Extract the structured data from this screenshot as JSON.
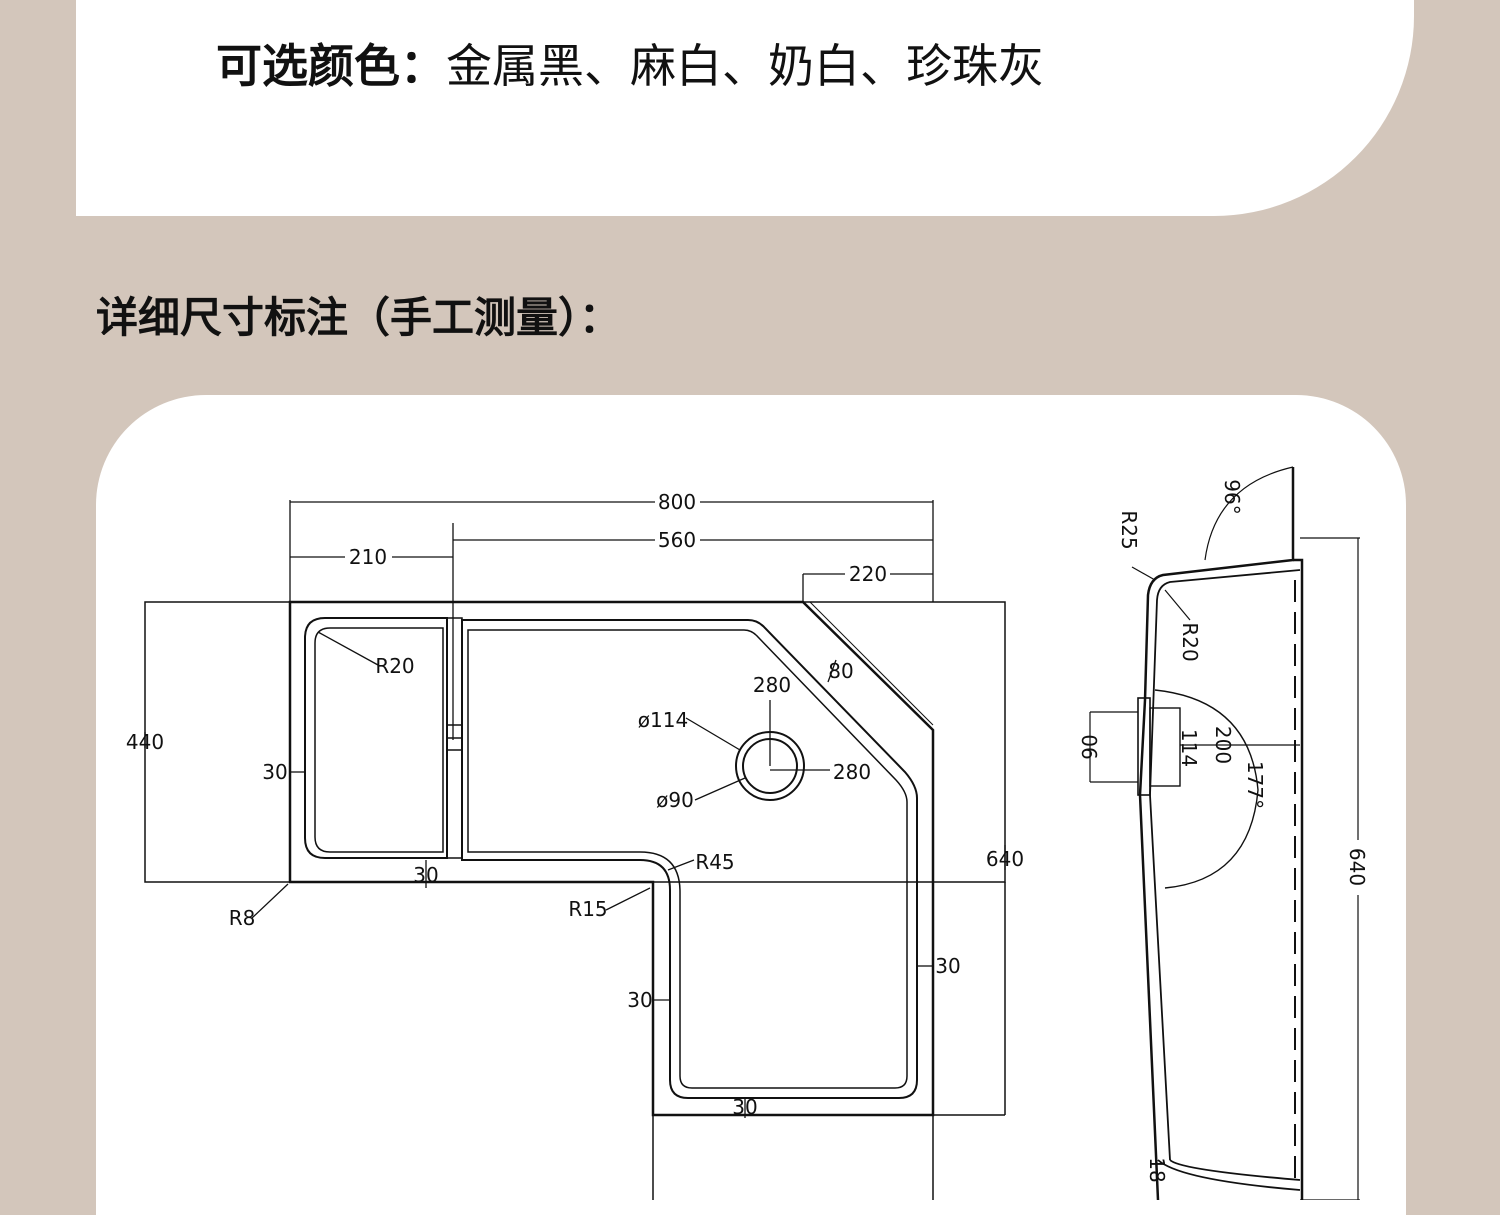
{
  "header": {
    "colors_label": "可选颜色：",
    "colors_value": "金属黑、麻白、奶白、珍珠灰"
  },
  "section": {
    "title": "详细尺寸标注（手工测量）："
  },
  "dims": {
    "width_800": "800",
    "width_560": "560",
    "width_210": "210",
    "width_220": "220",
    "height_440": "440",
    "height_640": "640",
    "radius_r20": "R20",
    "radius_r8": "R8",
    "radius_r45": "R45",
    "radius_r15": "R15",
    "chamfer_80": "80",
    "offset_280_v": "280",
    "offset_280_h": "280",
    "drain_114": "ø114",
    "drain_90": "ø90",
    "rim_30_left": "30",
    "rim_30_bottom_left": "30",
    "rim_30_right": "30",
    "rim_30_lower": "30",
    "rim_30_bottom": "30"
  },
  "side": {
    "angle_96": "96°",
    "radius_r25": "R25",
    "radius_r20": "R20",
    "dim_90": "90",
    "dim_114": "114",
    "dim_200": "200",
    "angle_177": "177°",
    "height_640": "640",
    "dim_18": "18"
  },
  "colors": {
    "background": "#d3c6bb",
    "card": "#ffffff",
    "ink": "#111111"
  }
}
